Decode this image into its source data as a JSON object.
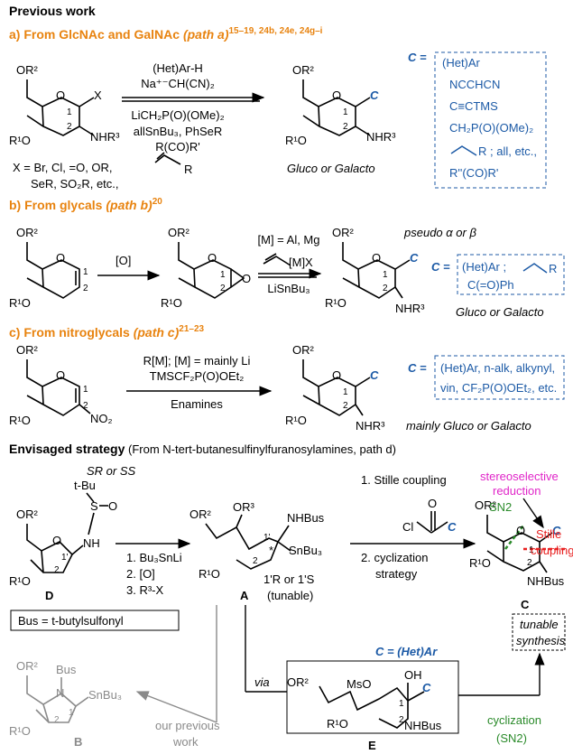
{
  "headings": {
    "previous_work": "Previous work",
    "path_a": "a) From GlcNAc and GalNAc",
    "path_a_tag": "(path a)",
    "path_a_refs": "15–19, 24b, 24e, 24g–i",
    "path_b": "b) From glycals",
    "path_b_tag": "(path b)",
    "path_b_refs": "20",
    "path_c": "c) From nitroglycals",
    "path_c_tag": "(path c)",
    "path_c_refs": "21–23",
    "envisaged": "Envisaged strategy",
    "envisaged_sub": "(From N-tert-butanesulfinylfuranosylamines, path d)"
  },
  "path_a": {
    "reagents_above": [
      "(Het)Ar-H",
      "Na⁺⁻CH(CN)₂"
    ],
    "reagents_below": [
      "LiCH₂P(O)(OMe)₂",
      "allSnBu₃, PhSeR",
      "R(CO)R'"
    ],
    "x_definition": [
      "X = Br, Cl, =O, OR,",
      "SeR, SO₂R, etc.,"
    ],
    "product_label": "Gluco or Galacto",
    "c_label": "C =",
    "c_options": [
      "(Het)Ar",
      "NCCHCN",
      "C≡CTMS",
      "CH₂P(O)(OMe)₂",
      "R ; all, etc.,",
      "R''(CO)R'"
    ]
  },
  "path_b": {
    "oxidant": "[O]",
    "metals": "[M] = Al, Mg",
    "reagent_mx": "[M]X",
    "reagent_sn": "LiSnBu₃",
    "pseudo": "pseudo α or β",
    "product_label": "Gluco or Galacto",
    "c_label": "C =",
    "c_options": [
      "(Het)Ar ;",
      "R",
      "C(=O)Ph"
    ]
  },
  "path_c": {
    "reagents": [
      "R[M]; [M] = mainly Li",
      "TMSCF₂P(O)OEt₂",
      "Enamines"
    ],
    "product_label": "mainly Gluco or Galacto",
    "c_label": "C =",
    "c_options": [
      "(Het)Ar, n-alk, alkynyl,",
      "vin, CF₂P(O)OEt₂, etc."
    ]
  },
  "envisaged": {
    "sr_ss": "SR or SS",
    "steps_d_to_a": [
      "1. Bu₃SnLi",
      "2. [O]",
      "3. R³-X"
    ],
    "compound_labels": {
      "d": "D",
      "a": "A",
      "b": "B",
      "c": "C",
      "e": "E"
    },
    "a_config": [
      "1'R or 1'S",
      "(tunable)"
    ],
    "steps_a_to_c": [
      "1. Stille coupling",
      "2. cyclization",
      "strategy"
    ],
    "stereoselective": [
      "stereoselective",
      "reduction"
    ],
    "stille": [
      "Stille",
      "coupling"
    ],
    "sn2": "SN2",
    "tunable_synthesis": [
      "tunable",
      "synthesis"
    ],
    "bus_definition": "Bus = t-butylsulfonyl",
    "c_het": "C = (Het)Ar",
    "via": "via",
    "previous_work": [
      "our previous",
      "work"
    ],
    "cyclization": "cyclization",
    "cyclization_sn2": "(SN2)"
  },
  "chem_labels": {
    "or2": "OR²",
    "r1o": "R¹O",
    "x": "X",
    "nhr3": "NHR³",
    "nhbus": "NHBus",
    "c": "C",
    "o": "O",
    "nh": "NH",
    "tbu": "t-Bu",
    "s": "S",
    "sn": "SnBu₃",
    "no2": "NO₂",
    "or3": "OR³",
    "ms": "MsO",
    "oh": "OH",
    "bus": "Bus",
    "n": "N",
    "r": "R",
    "cl": "Cl"
  },
  "colors": {
    "orange": "#e8830f",
    "blue": "#1c5aa6",
    "magenta": "#e024c8",
    "red": "#e82020",
    "green": "#2a8a2a",
    "grey": "#8a8a8a"
  }
}
